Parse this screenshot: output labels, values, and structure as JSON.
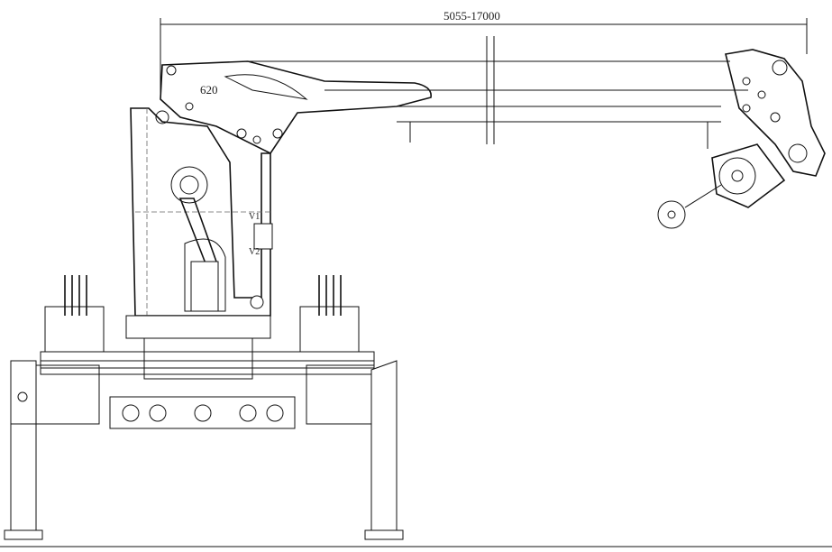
{
  "dimensions": {
    "boom_reach": "5055-17000",
    "column_offset": "620"
  },
  "valve_labels": {
    "v1": "V1",
    "v2": "V2"
  }
}
